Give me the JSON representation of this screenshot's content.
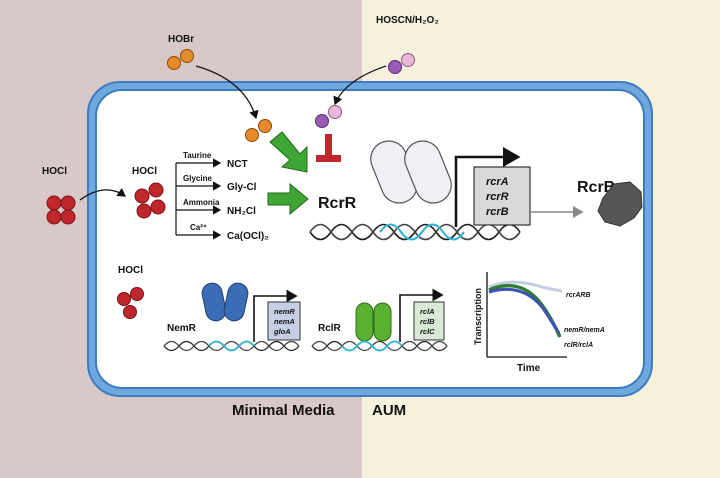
{
  "external": {
    "hobr": "HOBr",
    "hoscn": "HOSCN/H₂O₂",
    "hocl_outside": "HOCl"
  },
  "cell": {
    "hocl_inside": "HOCl",
    "reactions": [
      {
        "reactant": "Taurine",
        "product": "NCT"
      },
      {
        "reactant": "Glycine",
        "product": "Gly-Cl"
      },
      {
        "reactant": "Ammonia",
        "product": "NH₂Cl"
      },
      {
        "reactant": "Ca²⁺",
        "product": "Ca(OCl)₂"
      }
    ],
    "rcrr_label": "RcrR",
    "rcrb_label": "RcrB",
    "rcr_operon": [
      "rcrA",
      "rcrR",
      "rcrB"
    ],
    "hocl_lower": "HOCl",
    "nemr_label": "NemR",
    "nem_operon": [
      "nemR",
      "nemA",
      "gloA"
    ],
    "rclr_label": "RclR",
    "rcl_operon": [
      "rclA",
      "rclB",
      "rclC"
    ]
  },
  "plot": {
    "ylabel": "Transcription",
    "xlabel": "Time",
    "series_labels": [
      "rcrARB",
      "nemR/nemA",
      "rclR/rclA"
    ]
  },
  "media": {
    "left": "Minimal Media",
    "right": "AUM"
  },
  "colors": {
    "left_bg": "#d8c8c8",
    "right_bg": "#f6f1dd",
    "membrane": "#5b9bd5",
    "hocl": "#c0272d",
    "hobr": "#e8892a",
    "hoscn_purple": "#9b59b6",
    "hoscn_pink": "#e9b8d8",
    "activator_arrow": "#3fa535",
    "inhibitor": "#c0272d",
    "nemr_protein": "#3a6db5",
    "rclr_protein": "#5ab031",
    "rcrb_protein": "#555555"
  }
}
